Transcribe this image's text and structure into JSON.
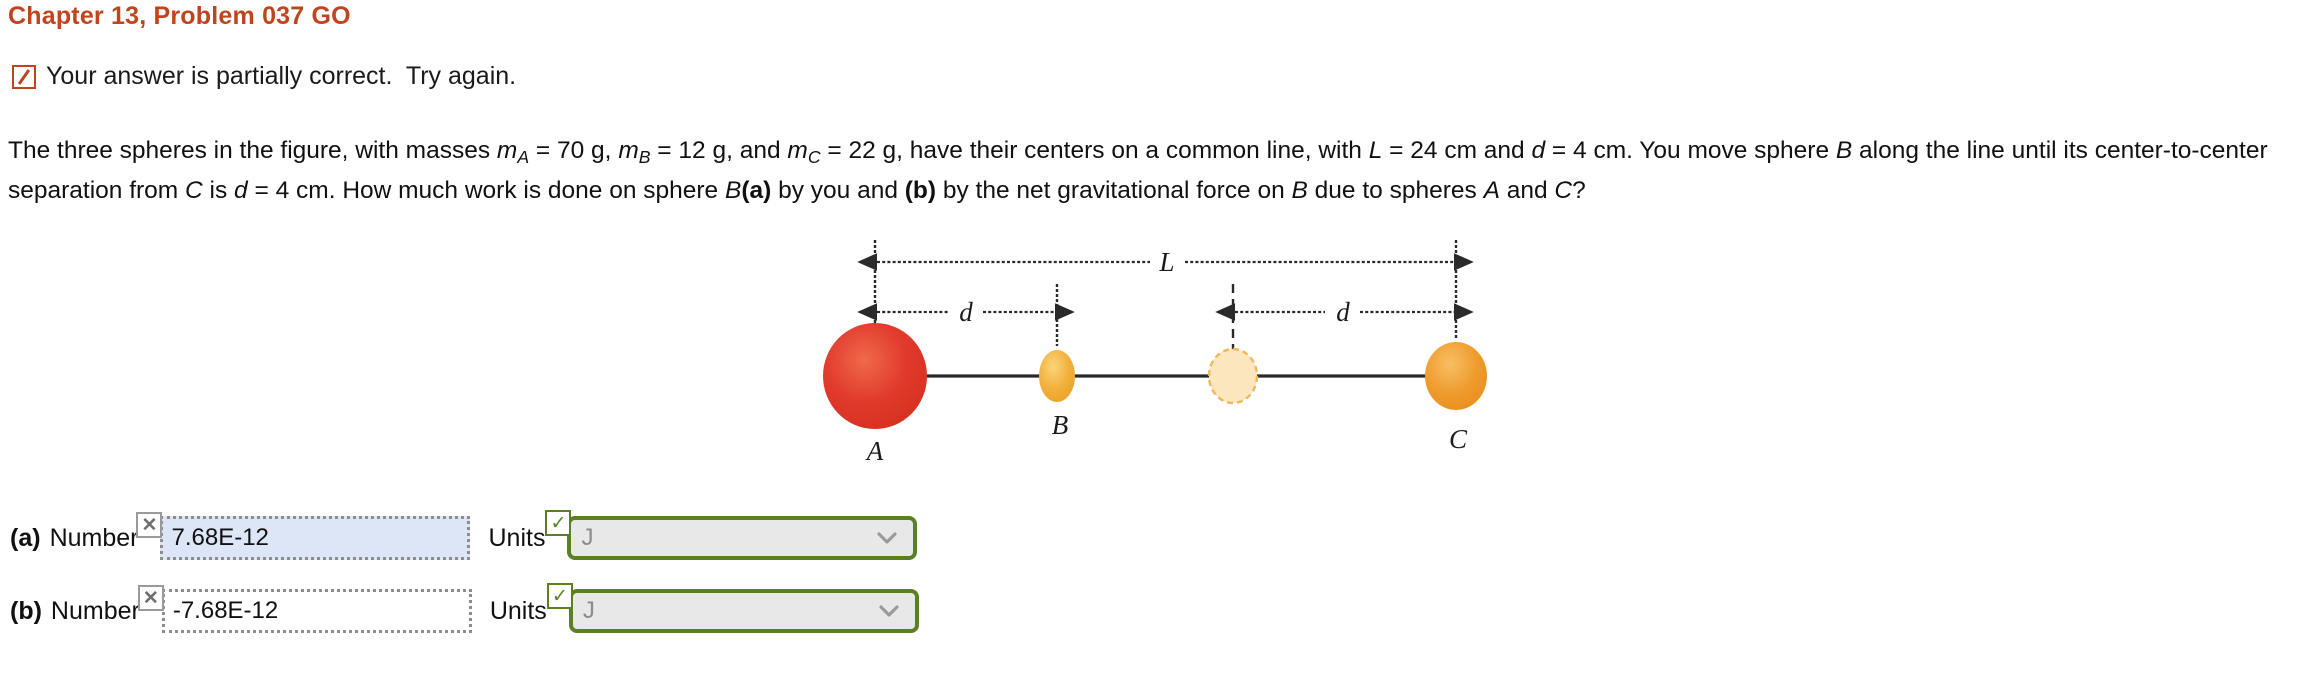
{
  "header": {
    "title": "Chapter 13, Problem 037 GO"
  },
  "feedback": {
    "icon": "partial-credit-check-icon",
    "text": "Your answer is partially correct.  Try again."
  },
  "statement": {
    "line1_a": "The three spheres in the figure, with masses ",
    "m_a_sym": "m",
    "m_a_sub": "A",
    "m_a_val": " = 70 g, ",
    "m_b_sym": "m",
    "m_b_sub": "B",
    "m_b_val": " = 12 g, and ",
    "m_c_sym": "m",
    "m_c_sub": "C",
    "m_c_val": " = 22 g, have their centers on a common line, with ",
    "L_sym": "L",
    "L_val": " = 24 cm and ",
    "d_sym": "d",
    "d_val": " = 4 cm. You move sphere ",
    "B_sym": "B",
    "line1_end": " along the line",
    "line2_a": "until its center-to-center separation from ",
    "C_sym": "C",
    "line2_b": " is ",
    "d2_sym": "d",
    "line2_c": " = 4 cm. How much work is done on sphere ",
    "B_sym2": "B",
    "part_a": "(a)",
    "line2_d": " by you and ",
    "part_b": "(b)",
    "line2_e": " by the net gravitational force on ",
    "B_sym3": "B",
    "line2_f": " due to spheres ",
    "A_sym": "A",
    "line2_g": " and ",
    "C_sym2": "C",
    "line2_h": "?"
  },
  "figure": {
    "label_L": "L",
    "label_d_left": "d",
    "label_d_right": "d",
    "label_A": "A",
    "label_B": "B",
    "label_C": "C",
    "colors": {
      "sphere_a": "#e23b2e",
      "sphere_b": "#f2b03c",
      "sphere_c": "#ef9c2e",
      "sphere_ghost": "#fae2b4",
      "axis_line": "#2a2a2a"
    }
  },
  "answers": {
    "units_word": "Units",
    "number_word": "Number",
    "rows": [
      {
        "letter": "(a)",
        "number_marker": "✕",
        "number_value": "7.68E-12",
        "units_marker": "✓",
        "units_value": "J",
        "chevron": "chevron-down-icon"
      },
      {
        "letter": "(b)",
        "number_marker": "✕",
        "number_value": "-7.68E-12",
        "units_marker": "✓",
        "units_value": "J",
        "chevron": "chevron-down-icon"
      }
    ]
  },
  "colors": {
    "title": "#c0441d",
    "correct_green": "#5b8022",
    "wrong_gray": "#9a9a9a",
    "focused_field": "#dde6f7"
  }
}
